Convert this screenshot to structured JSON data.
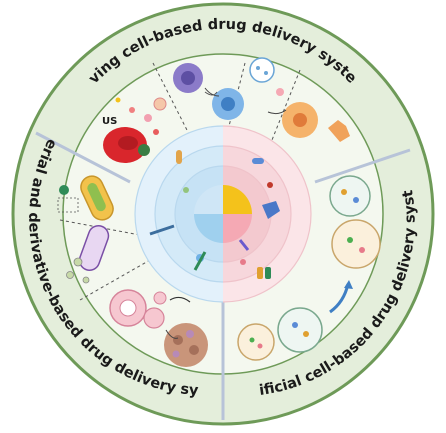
{
  "sections": {
    "living": "Living cell-based drug delivery system",
    "bacterial": "Bacterial and derivative-based drug delivery system",
    "artificial": "Artificial cell-based drug delivery system"
  },
  "labels": {
    "us": "US"
  },
  "colors": {
    "outer_ring": "#e4eedb",
    "outer_stroke": "#6e9a58",
    "sector_fill": "#f4f8ef",
    "divider": "#b7c3d8",
    "core_blue": "#d9ecf8",
    "core_pink": "#f8dde1",
    "sun": "#f4c21b"
  }
}
